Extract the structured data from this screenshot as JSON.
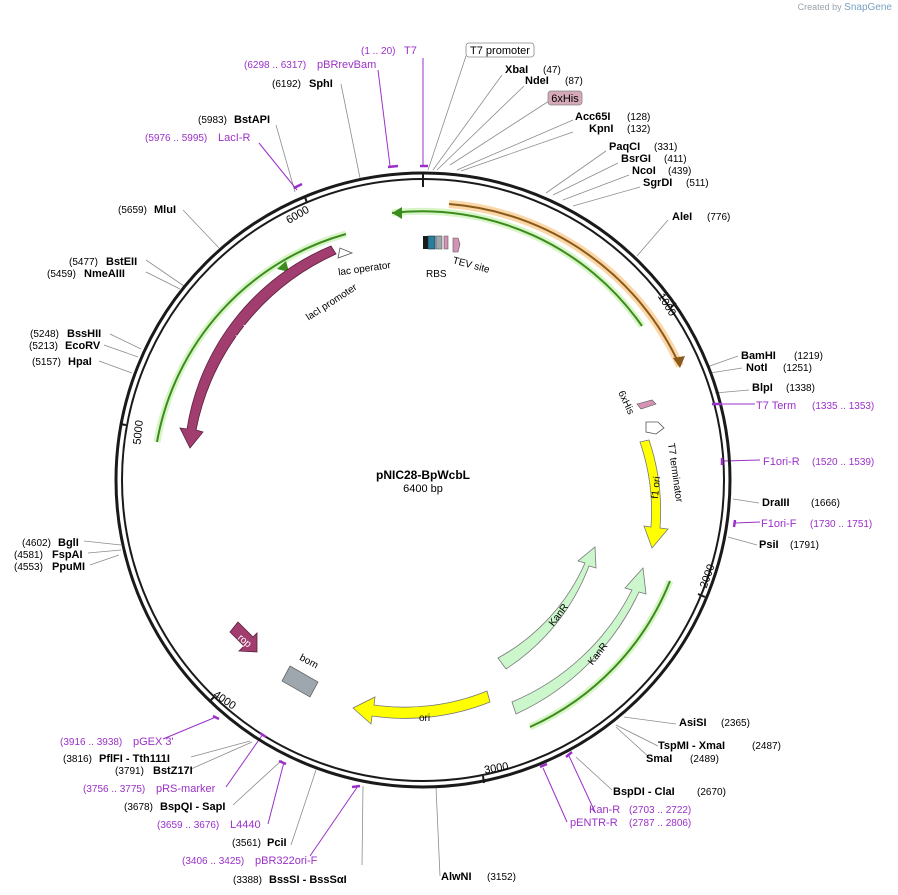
{
  "credit": {
    "prefix": "Created by",
    "brand": "SnapGene"
  },
  "plasmid": {
    "name": "pNIC28-BpWcbL",
    "size_label": "6400 bp",
    "length": 6400
  },
  "ticks": [
    {
      "bp": 1000,
      "label": "1000"
    },
    {
      "bp": 2000,
      "label": "2000"
    },
    {
      "bp": 3000,
      "label": "3000"
    },
    {
      "bp": 4000,
      "label": "4000"
    },
    {
      "bp": 5000,
      "label": "5000"
    },
    {
      "bp": 6000,
      "label": "6000"
    }
  ],
  "enzymes": [
    {
      "name": "XbaI",
      "pos": "(47)"
    },
    {
      "name": "NdeI",
      "pos": "(87)"
    },
    {
      "name": "Acc65I",
      "pos": "(128)"
    },
    {
      "name": "KpnI",
      "pos": "(132)"
    },
    {
      "name": "PaqCI",
      "pos": "(331)"
    },
    {
      "name": "BsrGI",
      "pos": "(411)"
    },
    {
      "name": "NcoI",
      "pos": "(439)"
    },
    {
      "name": "SgrDI",
      "pos": "(511)"
    },
    {
      "name": "AleI",
      "pos": "(776)"
    },
    {
      "name": "BamHI",
      "pos": "(1219)"
    },
    {
      "name": "NotI",
      "pos": "(1251)"
    },
    {
      "name": "BlpI",
      "pos": "(1338)"
    },
    {
      "name": "DraIII",
      "pos": "(1666)"
    },
    {
      "name": "PsiI",
      "pos": "(1791)"
    },
    {
      "name": "AsiSI",
      "pos": "(2365)"
    },
    {
      "name": "TspMI - XmaI",
      "pos": "(2487)"
    },
    {
      "name": "SmaI",
      "pos": "(2489)"
    },
    {
      "name": "BspDI - ClaI",
      "pos": "(2670)"
    },
    {
      "name": "AlwNI",
      "pos": "(3152)"
    },
    {
      "name": "BssSI - BssSαI",
      "pos": "(3388)"
    },
    {
      "name": "PciI",
      "pos": "(3561)"
    },
    {
      "name": "BspQI - SapI",
      "pos": "(3678)"
    },
    {
      "name": "BstZ17I",
      "pos": "(3791)"
    },
    {
      "name": "PflFI - Tth111I",
      "pos": "(3816)"
    },
    {
      "name": "PpuMI",
      "pos": "(4553)"
    },
    {
      "name": "FspAI",
      "pos": "(4581)"
    },
    {
      "name": "BglI",
      "pos": "(4602)"
    },
    {
      "name": "HpaI",
      "pos": "(5157)"
    },
    {
      "name": "EcoRV",
      "pos": "(5213)"
    },
    {
      "name": "BssHII",
      "pos": "(5248)"
    },
    {
      "name": "NmeAIII",
      "pos": "(5459)"
    },
    {
      "name": "BstEII",
      "pos": "(5477)"
    },
    {
      "name": "MluI",
      "pos": "(5659)"
    },
    {
      "name": "BstAPI",
      "pos": "(5983)"
    },
    {
      "name": "SphI",
      "pos": "(6192)"
    }
  ],
  "primers": [
    {
      "name": "T7",
      "range": "(1 .. 20)"
    },
    {
      "name": "pBRrevBam",
      "range": "(6298 .. 6317)"
    },
    {
      "name": "LacI-R",
      "range": "(5976 .. 5995)"
    },
    {
      "name": "T7 Term",
      "range": "(1335 .. 1353)"
    },
    {
      "name": "F1ori-R",
      "range": "(1520 .. 1539)"
    },
    {
      "name": "F1ori-F",
      "range": "(1730 .. 1751)"
    },
    {
      "name": "Kan-R",
      "range": "(2703 .. 2722)"
    },
    {
      "name": "pENTR-R",
      "range": "(2787 .. 2806)"
    },
    {
      "name": "pBR322ori-F",
      "range": "(3406 .. 3425)"
    },
    {
      "name": "L4440",
      "range": "(3659 .. 3676)"
    },
    {
      "name": "pRS-marker",
      "range": "(3756 .. 3775)"
    },
    {
      "name": "pGEX 3'",
      "range": "(3916 .. 3938)"
    }
  ],
  "features": {
    "t7_promoter": "T7 promoter",
    "his_tag_box": "6xHis",
    "lac_operator": "lac operator",
    "rbs": "RBS",
    "tev_site": "TEV site",
    "laci_promoter": "lacI promoter",
    "laci": "lacI",
    "his_tag": "6xHis",
    "t7_terminator": "T7 terminator",
    "f1_ori": "f1 ori",
    "kanr_1": "KanR",
    "kanr_2": "KanR",
    "ori": "ori",
    "rop": "rop",
    "bom": "bom"
  },
  "colors": {
    "backbone": "#1a1a1a",
    "enzyme_line": "#8c8c8c",
    "primer": "#9b30c8",
    "laci": "#a23d6f",
    "rop": "#a23d6f",
    "f1_ori": "#ffff00",
    "ori": "#ffff00",
    "kanr": "#ccf7cc",
    "insert_orange": "#f2a040",
    "green_span": "#3b8c1c",
    "bom": "#9ea7ad",
    "lac_operator": "#2b7d99",
    "rbs": "#9ea7ad",
    "tev_site": "#d493b4",
    "his_tag": "#d493b4"
  }
}
